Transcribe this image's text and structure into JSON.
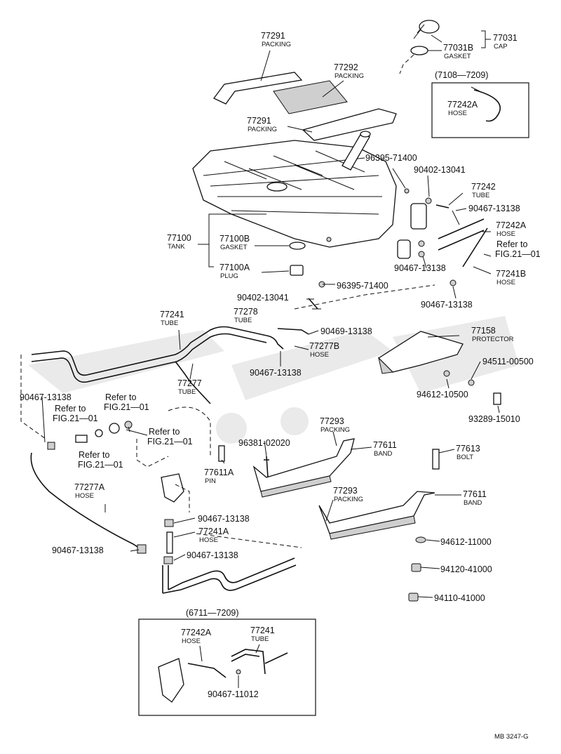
{
  "callouts": [
    {
      "id": "p77291a",
      "pn": "77291",
      "name": "PACKING"
    },
    {
      "id": "p77292",
      "pn": "77292",
      "name": "PACKING"
    },
    {
      "id": "p77291b",
      "pn": "77291",
      "name": "PACKING"
    },
    {
      "id": "p77031",
      "pn": "77031",
      "name": "CAP"
    },
    {
      "id": "p77031b",
      "pn": "77031B",
      "name": "GASKET"
    },
    {
      "id": "p77242a_top",
      "pn": "77242A",
      "name": "HOSE"
    },
    {
      "id": "p96395a",
      "pn": "96395-71400",
      "name": ""
    },
    {
      "id": "p90402a",
      "pn": "90402-13041",
      "name": ""
    },
    {
      "id": "p77242",
      "pn": "77242",
      "name": "TUBE"
    },
    {
      "id": "p90467a",
      "pn": "90467-13138",
      "name": ""
    },
    {
      "id": "p77242a_mid",
      "pn": "77242A",
      "name": "HOSE"
    },
    {
      "id": "p77241b",
      "pn": "77241B",
      "name": "HOSE"
    },
    {
      "id": "p90467b",
      "pn": "90467-13138",
      "name": ""
    },
    {
      "id": "p77100",
      "pn": "77100",
      "name": "TANK"
    },
    {
      "id": "p77100b",
      "pn": "77100B",
      "name": "GASKET"
    },
    {
      "id": "p77100a",
      "pn": "77100A",
      "name": "PLUG"
    },
    {
      "id": "p96395b",
      "pn": "96395-71400",
      "name": ""
    },
    {
      "id": "p90467c",
      "pn": "90467-13138",
      "name": ""
    },
    {
      "id": "p90402b",
      "pn": "90402-13041",
      "name": ""
    },
    {
      "id": "p77278",
      "pn": "77278",
      "name": "TUBE"
    },
    {
      "id": "p77241",
      "pn": "77241",
      "name": "TUBE"
    },
    {
      "id": "p90469",
      "pn": "90469-13138",
      "name": ""
    },
    {
      "id": "p77277b",
      "pn": "77277B",
      "name": "HOSE"
    },
    {
      "id": "p77158",
      "pn": "77158",
      "name": "PROTECTOR"
    },
    {
      "id": "p90467d",
      "pn": "90467-13138",
      "name": ""
    },
    {
      "id": "p94511",
      "pn": "94511-00500",
      "name": ""
    },
    {
      "id": "p77277",
      "pn": "77277",
      "name": "TUBE"
    },
    {
      "id": "p94612a",
      "pn": "94612-10500",
      "name": ""
    },
    {
      "id": "p90467e",
      "pn": "90467-13138",
      "name": ""
    },
    {
      "id": "p93289",
      "pn": "93289-15010",
      "name": ""
    },
    {
      "id": "p77293a",
      "pn": "77293",
      "name": "PACKING"
    },
    {
      "id": "p96381",
      "pn": "96381-02020",
      "name": ""
    },
    {
      "id": "p77611a_band",
      "pn": "77611",
      "name": "BAND"
    },
    {
      "id": "p77613",
      "pn": "77613",
      "name": "BOLT"
    },
    {
      "id": "p77611a",
      "pn": "77611A",
      "name": "PIN"
    },
    {
      "id": "p77293b",
      "pn": "77293",
      "name": "PACKING"
    },
    {
      "id": "p77611b_band",
      "pn": "77611",
      "name": "BAND"
    },
    {
      "id": "p77277a",
      "pn": "77277A",
      "name": "HOSE"
    },
    {
      "id": "p90467f",
      "pn": "90467-13138",
      "name": ""
    },
    {
      "id": "p77241a",
      "pn": "77241A",
      "name": "HOSE"
    },
    {
      "id": "p90467g",
      "pn": "90467-13138",
      "name": ""
    },
    {
      "id": "p90467h",
      "pn": "90467-13138",
      "name": ""
    },
    {
      "id": "p94612b",
      "pn": "94612-11000",
      "name": ""
    },
    {
      "id": "p94120",
      "pn": "94120-41000",
      "name": ""
    },
    {
      "id": "p94110",
      "pn": "94110-41000",
      "name": ""
    },
    {
      "id": "p77242a_bot",
      "pn": "77242A",
      "name": "HOSE"
    },
    {
      "id": "p77241_bot",
      "pn": "77241",
      "name": "TUBE"
    },
    {
      "id": "p90467_11012",
      "pn": "90467-11012",
      "name": ""
    }
  ],
  "refs": [
    {
      "id": "r1",
      "line1": "Refer to",
      "line2": "FIG.21—01"
    },
    {
      "id": "r2",
      "line1": "Refer to",
      "line2": "FIG.21—01"
    },
    {
      "id": "r3",
      "line1": "Refer to",
      "line2": "FIG.21—01"
    },
    {
      "id": "r4",
      "line1": "Refer to",
      "line2": "FIG.21—01"
    },
    {
      "id": "r5",
      "line1": "Refer to",
      "line2": "FIG.21—01"
    }
  ],
  "insets": {
    "top_range": "(7108—7209)",
    "bottom_range": "(6711—7209)"
  },
  "figure_code": "MB 3247-G"
}
